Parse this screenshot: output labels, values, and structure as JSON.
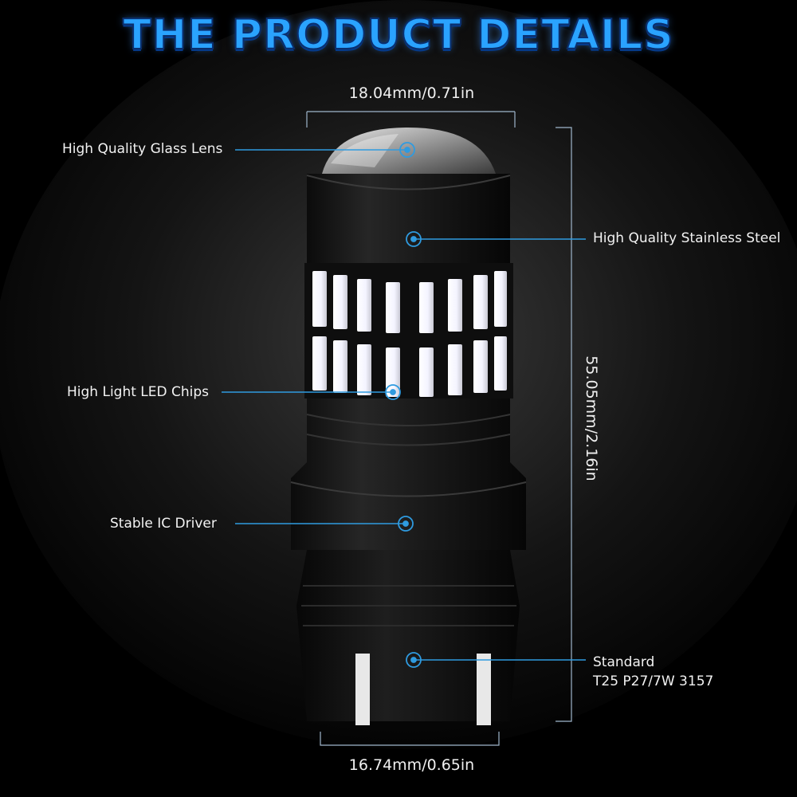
{
  "title": "THE PRODUCT DETAILS",
  "dimensions": {
    "top_width": "18.04mm/0.71in",
    "height": "55.05mm/2.16in",
    "bottom_width": "16.74mm/0.65in"
  },
  "callouts": {
    "glass_lens": "High Quality Glass Lens",
    "stainless_steel": "High Quality Stainless Steel",
    "led_chips": "High Light LED Chips",
    "ic_driver": "Stable IC Driver",
    "standard_line1": "Standard",
    "standard_line2": "T25 P27/7W 3157"
  },
  "colors": {
    "title_blue": "#2aa3ff",
    "callout_blue": "#2f9be0",
    "background": "#000000"
  }
}
